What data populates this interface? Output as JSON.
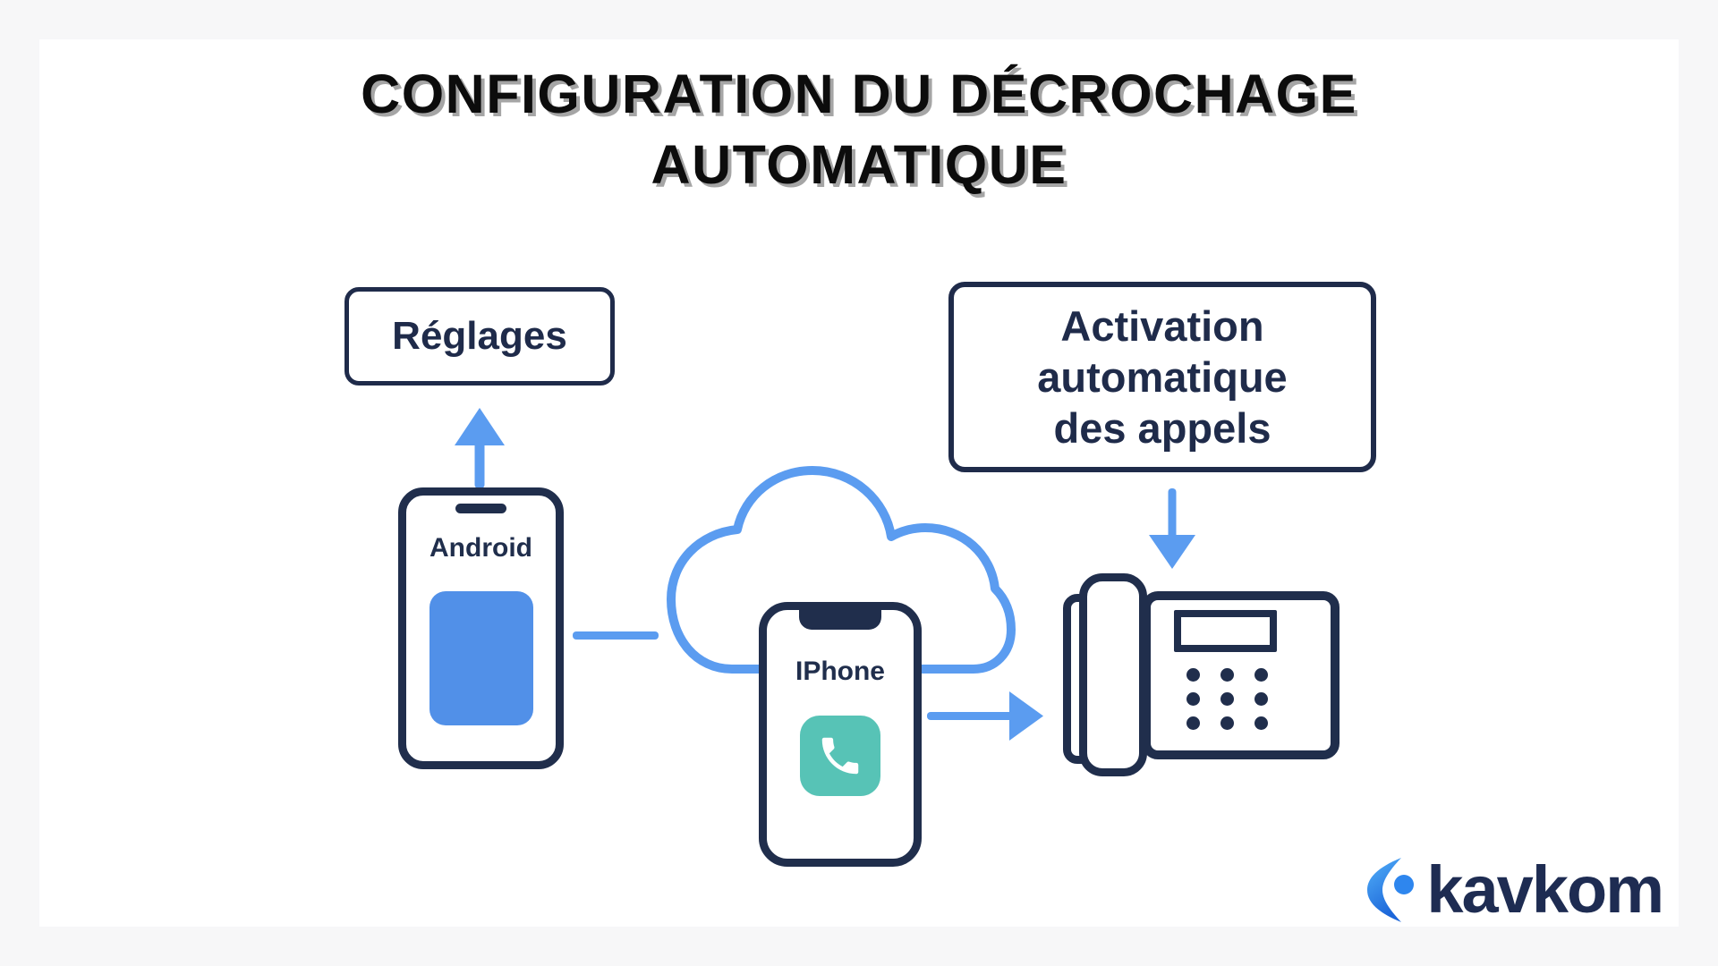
{
  "title": {
    "line1": "CONFIGURATION DU DÉCROCHAGE",
    "line2": "AUTOMATIQUE"
  },
  "diagram": {
    "settings_box": {
      "label": "Réglages"
    },
    "activation_box": {
      "line1": "Activation",
      "line2": "automatique",
      "line3": "des appels"
    },
    "android_phone": {
      "label": "Android"
    },
    "iphone": {
      "label": "IPhone"
    },
    "icons": {
      "cloud": "cloud-outline-icon",
      "arrow_up": "arrow-up-icon",
      "arrow_right": "arrow-right-icon",
      "arrow_down": "arrow-down-icon",
      "phone_app": "phone-handset-icon",
      "desk_phone": "desk-phone-icon"
    }
  },
  "branding": {
    "logo_text": "kavkom"
  },
  "colors": {
    "page_bg": "#f7f7f8",
    "canvas_bg": "#ffffff",
    "navy": "#202e4c",
    "accent_blue": "#5b9cf0",
    "screen_blue": "#5190e8",
    "teal": "#57c3b6",
    "title_text": "#0c0c0c",
    "title_shadow": "#a5a5a5",
    "logo_navy": "#1e2c52",
    "logo_gradient_start": "#53b1f9",
    "logo_gradient_end": "#1c66d9"
  }
}
